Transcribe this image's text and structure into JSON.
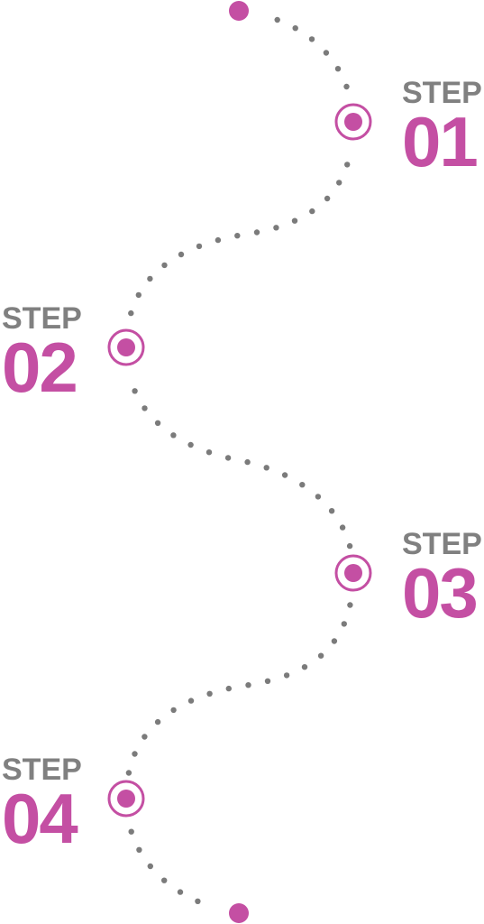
{
  "colors": {
    "accent": "#c44fa3",
    "dots": "#7b7b7b",
    "label_gray": "#808080"
  },
  "steps": [
    {
      "word": "STEP",
      "number": "01"
    },
    {
      "word": "STEP",
      "number": "02"
    },
    {
      "word": "STEP",
      "number": "03"
    },
    {
      "word": "STEP",
      "number": "04"
    }
  ],
  "icons": {
    "start": "start-dot-icon",
    "end": "end-dot-icon",
    "marker": "target-ring-icon"
  }
}
